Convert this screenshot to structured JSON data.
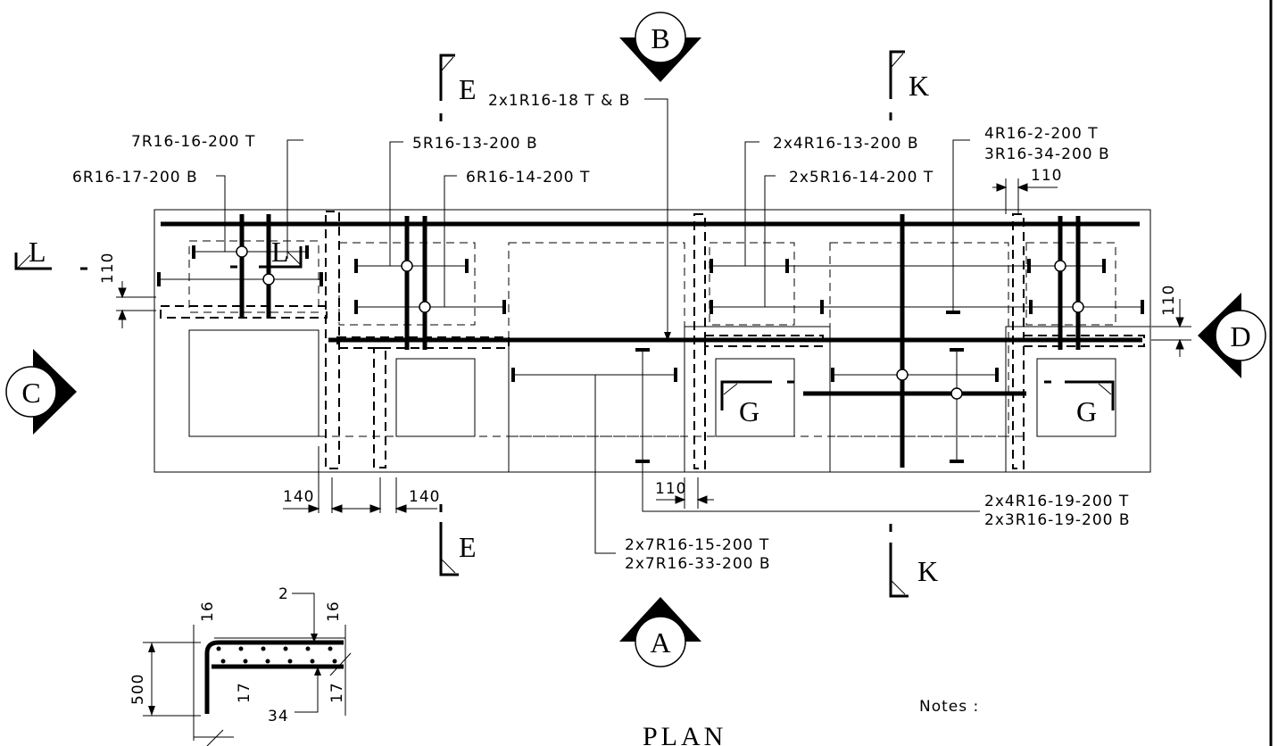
{
  "title": "PLAN",
  "notes_label": "Notes :",
  "section_markers": {
    "A": "A",
    "B": "B",
    "C": "C",
    "D": "D",
    "E": "E",
    "G": "G",
    "K": "K",
    "L": "L"
  },
  "bar_labels": {
    "r16_18": "2x1R16-18 T & B",
    "r16_16": "7R16-16-200 T",
    "r16_17": "6R16-17-200 B",
    "r16_13": "5R16-13-200 B",
    "r16_14": "6R16-14-200 T",
    "r16_13_2x4": "2x4R16-13-200 B",
    "r16_14_2x5": "2x5R16-14-200 T",
    "r16_2": "4R16-2-200 T",
    "r16_34": "3R16-34-200 B",
    "r16_19_t": "2x4R16-19-200 T",
    "r16_19_b": "2x3R16-19-200 B",
    "r16_15": "2x7R16-15-200 T",
    "r16_33": "2x7R16-33-200 B"
  },
  "dimensions": {
    "d110_top": "110",
    "d110_left": "110",
    "d110_right": "110",
    "d110_bottom": "110",
    "d140_left": "140",
    "d140_right": "140"
  },
  "detail": {
    "d16_a": "16",
    "d16_b": "16",
    "d2": "2",
    "d500": "500",
    "d17_a": "17",
    "d17_b": "17",
    "d34": "34"
  }
}
